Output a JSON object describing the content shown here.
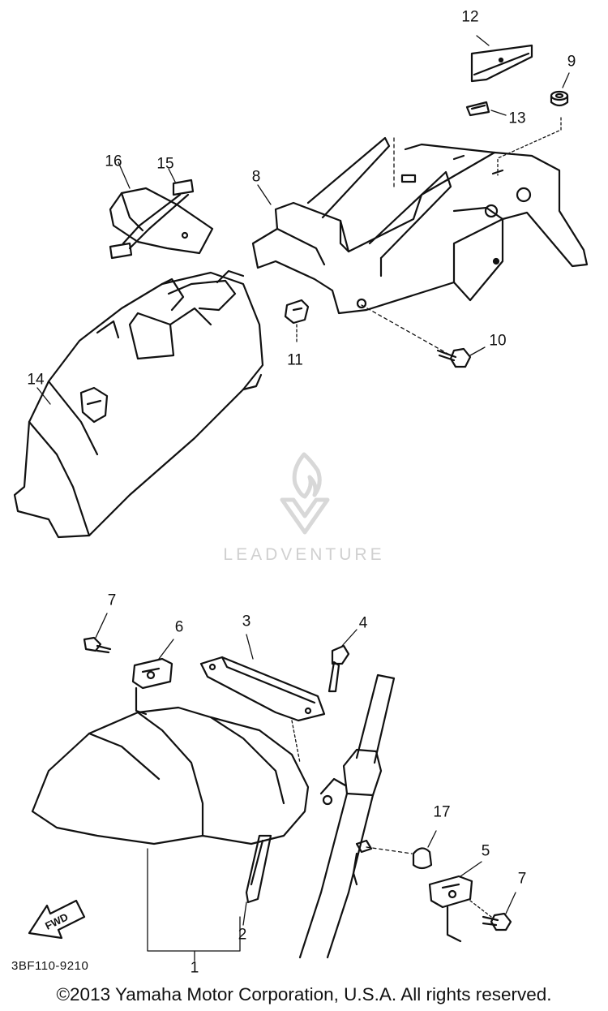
{
  "callouts": {
    "c1": "1",
    "c2": "2",
    "c3": "3",
    "c4": "4",
    "c5": "5",
    "c6": "6",
    "c7a": "7",
    "c7b": "7",
    "c8": "8",
    "c9": "9",
    "c10": "10",
    "c11": "11",
    "c12": "12",
    "c13": "13",
    "c14": "14",
    "c15": "15",
    "c16": "16",
    "c17": "17"
  },
  "diagram_code": "3BF110-9210",
  "fwd_arrow_text": "FWD",
  "watermark": "LEADVENTURE",
  "copyright": "©2013 Yamaha Motor Corporation, U.S.A. All rights reserved.",
  "colors": {
    "ink": "#111111",
    "watermark": "#d0d0d0",
    "background": "#ffffff"
  }
}
